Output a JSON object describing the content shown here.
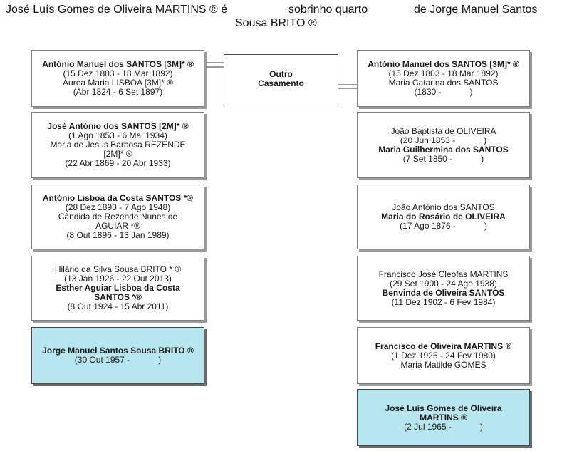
{
  "header": {
    "subject": "José Luís Gomes de Oliveira MARTINS ® é",
    "relation": "sobrinho quarto",
    "target_line1": "de Jorge Manuel Santos",
    "target_line2": "Sousa BRITO ®"
  },
  "middle": {
    "line1": "Outro",
    "line2": "Casamento"
  },
  "left": [
    {
      "p1": "António Manuel dos SANTOS [3M]* ®",
      "p1_dates": "(15 Dez 1803 - 18 Mar 1892)",
      "p2": "Áurea Maria LISBOA [3M]* ®",
      "p2_dates": "(Abr 1824 - 6 Set 1897)"
    },
    {
      "p1": "José António dos SANTOS [2M]* ®",
      "p1_dates": "(1 Ago 1853 - 6 Mai 1934)",
      "p2": "Maria de Jesus Barbosa REZENDE [2M]* ®",
      "p2_dates": "(22 Abr 1869 - 20 Abr 1933)"
    },
    {
      "p1": "António Lisboa da Costa SANTOS *®",
      "p1_dates": "(28 Dez 1893 - 7 Ago 1948)",
      "p2": "Cândida de Rezende Nunes de AGUIAR *®",
      "p2_dates": "(8 Out 1896 - 13 Jan 1989)"
    },
    {
      "p1": "Hilário da Silva Sousa BRITO * ®",
      "p1_dates": "(13 Jan 1926 - 22 Out 2013)",
      "p2": "Esther Aguiar Lisboa da Costa SANTOS *®",
      "p2_dates": "(8 Out 1924 - 15 Abr 2011)"
    },
    {
      "p1": "Jorge Manuel Santos Sousa BRITO ®",
      "p1_dates": "(30 Out 1957 -            )"
    }
  ],
  "right": [
    {
      "p1": "António Manuel dos SANTOS [3M]* ®",
      "p1_dates": "(15 Dez 1803 - 18 Mar 1892)",
      "p2": "Maria Catarina dos SANTOS",
      "p2_dates": "(1830 -            )"
    },
    {
      "p1": "João Baptista de OLIVEIRA",
      "p1_dates": "(20 Jun 1853 -            )",
      "p2": "Maria Guilhermina dos SANTOS",
      "p2_dates": "(7 Set 1850 -            )"
    },
    {
      "p1": "João António dos SANTOS",
      "p2": "Maria do Rosário de OLIVEIRA",
      "p2_dates": "(17 Ago 1876 -            )"
    },
    {
      "p1": "Francisco José Cleofas MARTINS",
      "p1_dates": "(29 Set 1900 - 24 Ago 1938)",
      "p2": "Benvinda de Oliveira SANTOS",
      "p2_dates": "(11 Dez 1902 - 6 Fev 1984)"
    },
    {
      "p1": "Francisco de Oliveira MARTINS ®",
      "p1_dates": "(1 Dez 1925 - 24 Fev 1980)",
      "p2": "Maria Matilde GOMES"
    },
    {
      "p1": "José Luís Gomes de Oliveira MARTINS ®",
      "p1_dates": "(2 Jul 1965 -            )"
    }
  ]
}
